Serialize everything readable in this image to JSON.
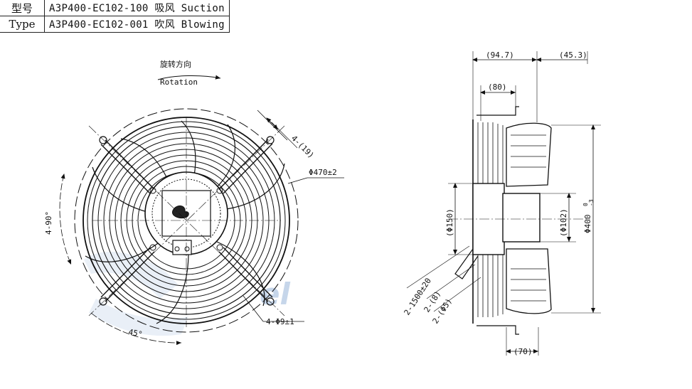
{
  "table": {
    "rows": [
      {
        "label": "型号",
        "value": "A3P400-EC102-100 吸风 Suction"
      },
      {
        "label": "Type",
        "value": "A3P400-EC102-001 吹风 Blowing"
      }
    ]
  },
  "front_view": {
    "rotation_cn": "旋转方向",
    "rotation_en": "Rotation",
    "dim_outer_diameter": "Φ470±2",
    "dim_slot": "4-(19)",
    "dim_angle_90": "4-90°",
    "dim_angle_45": "45°",
    "dim_holes": "4-Φ9±1",
    "watermark": "el"
  },
  "side_view": {
    "dim_94_7": "(94.7)",
    "dim_45_3": "(45.3)",
    "dim_80": "(80)",
    "dim_150": "(Φ150)",
    "dim_102": "(Φ102)",
    "dim_400": "Φ400",
    "tol_400_upper": "0",
    "tol_400_lower": "-3",
    "dim_cable": "2-1500±20",
    "dim_8": "2-(8)",
    "dim_85": "2-(Φ5)",
    "dim_70": "(70)"
  },
  "colors": {
    "line": "#111111",
    "watermark": "#b9cde6"
  }
}
